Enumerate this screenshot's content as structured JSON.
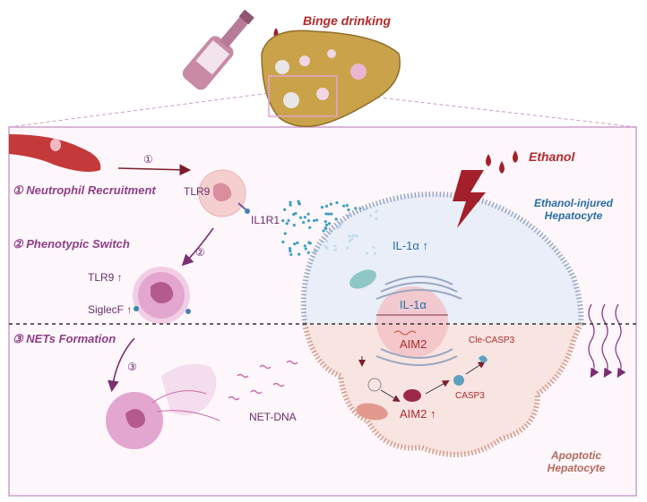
{
  "top": {
    "trigger": "Binge drinking",
    "ethanol": "Ethanol"
  },
  "steps": [
    {
      "num": "①",
      "text": "① Neutrophil Recruitment"
    },
    {
      "num": "②",
      "text": "② Phenotypic Switch"
    },
    {
      "num": "③",
      "text": "③ NETs Formation"
    }
  ],
  "markers": {
    "tlr9": "TLR9",
    "il1r1": "IL1R1",
    "tlr9_up": "TLR9",
    "siglecf": "SiglecF",
    "netdna": "NET-DNA"
  },
  "cells": {
    "injured": "Ethanol-injured Hepatocyte",
    "apoptotic": "Apoptotic Hepatocyte"
  },
  "molecules": {
    "il1a_out": "IL-1α",
    "il1a_nuc": "IL-1α",
    "aim2_nuc": "AIM2",
    "aim2_cyto": "AIM2",
    "clecasp3": "Cle-CASP3",
    "casp3": "CASP3"
  },
  "colors": {
    "frame": "#c99ac6",
    "panel": "#fdf6fb",
    "liver": "#c9a24a",
    "wine": "#c98aa5",
    "dna": "#c96aa8",
    "il1a_dots": "#3d9fc4"
  }
}
